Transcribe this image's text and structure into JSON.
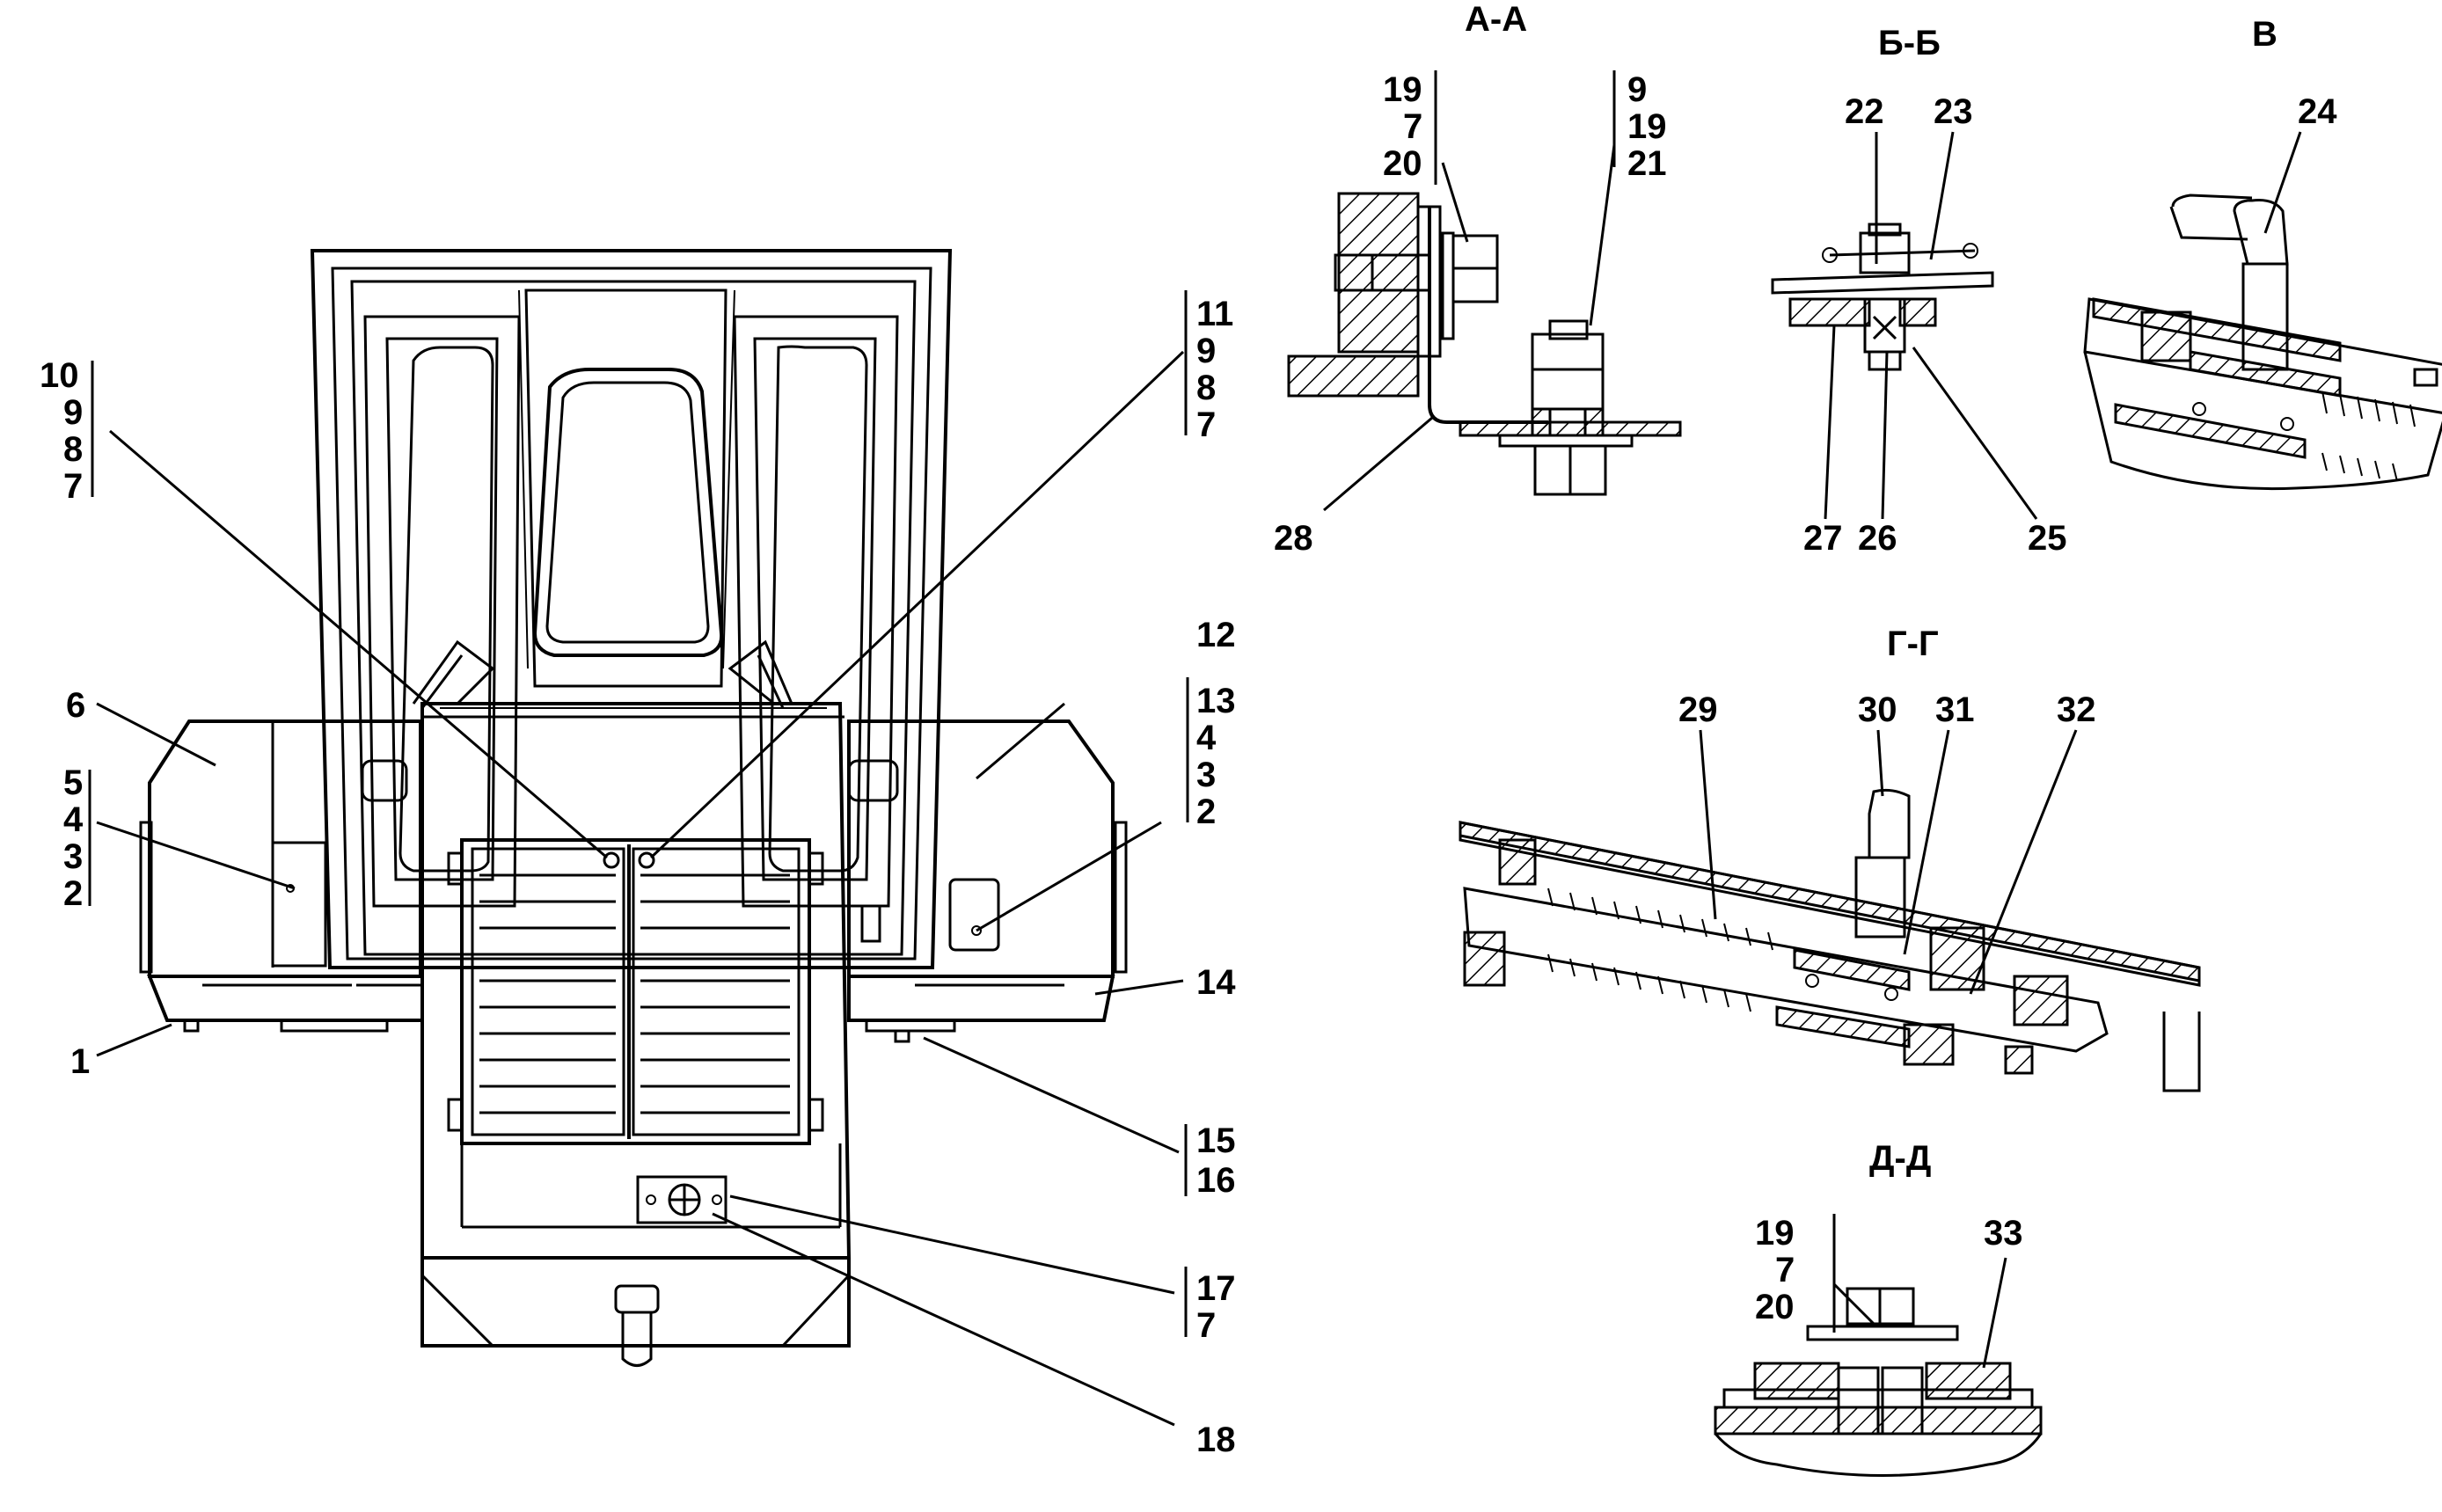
{
  "colors": {
    "ink": "#000000",
    "paper": "#ffffff"
  },
  "sections": {
    "aa": "А-А",
    "bb": "Б-Б",
    "v": "В",
    "gg": "Г-Г",
    "dd": "Д-Д"
  },
  "callouts": {
    "c1": "1",
    "c6": "6",
    "c12": "12",
    "c14": "14",
    "c18": "18",
    "c22": "22",
    "c23": "23",
    "c24": "24",
    "c25": "25",
    "c26": "26",
    "c27": "27",
    "c28": "28",
    "c29": "29",
    "c30": "30",
    "c31": "31",
    "c32": "32",
    "c33": "33"
  },
  "stacks": {
    "left_top": [
      "10",
      "9",
      "8",
      "7"
    ],
    "left_mid": [
      "5",
      "4",
      "3",
      "2"
    ],
    "right_top": [
      "11",
      "9",
      "8",
      "7"
    ],
    "right_mid": [
      "13",
      "4",
      "3",
      "2"
    ],
    "right_15": [
      "15",
      "16"
    ],
    "right_17": [
      "17",
      "7"
    ],
    "aa_left": [
      "19",
      "7",
      "20"
    ],
    "aa_right": [
      "9",
      "19",
      "21"
    ],
    "dd_left": [
      "19",
      "7",
      "20"
    ]
  }
}
